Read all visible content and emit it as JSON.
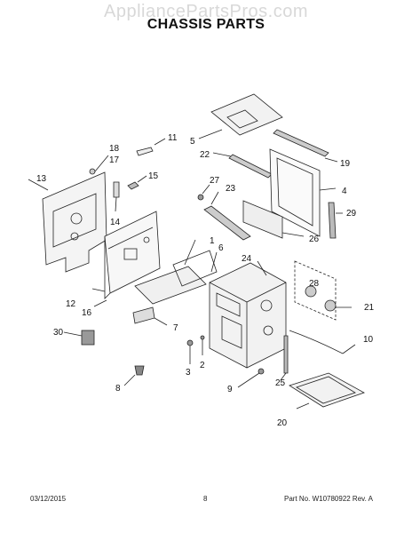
{
  "watermark": "AppliancePartsPros.com",
  "title": "CHASSIS PARTS",
  "footer": {
    "date": "03/12/2015",
    "page": "8",
    "part_no": "Part No.  W10780922  Rev.  A"
  },
  "callouts": {
    "c1": "1",
    "c2": "2",
    "c3": "3",
    "c4": "4",
    "c5": "5",
    "c6": "6",
    "c7": "7",
    "c8": "8",
    "c9": "9",
    "c10": "10",
    "c11": "11",
    "c12": "12",
    "c13": "13",
    "c14": "14",
    "c15": "15",
    "c16": "16",
    "c17": "17",
    "c18": "18",
    "c19": "19",
    "c20": "20",
    "c21": "21",
    "c22": "22",
    "c23": "23",
    "c24": "24",
    "c25": "25",
    "c26": "26",
    "c27": "27",
    "c28": "28",
    "c29": "29",
    "c30": "30"
  }
}
